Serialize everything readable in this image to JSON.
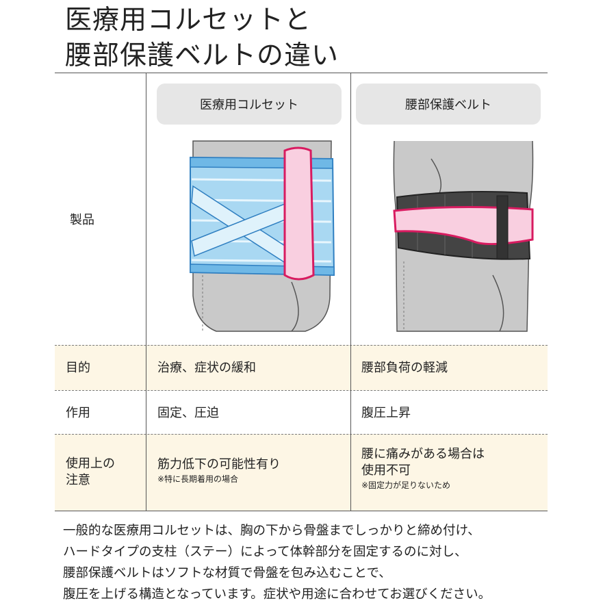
{
  "title": {
    "line1": "医療用コルセットと",
    "line2": "腰部保護ベルトの違い"
  },
  "columns": {
    "corset": "医療用コルセット",
    "belt": "腰部保護ベルト"
  },
  "rows": {
    "product": {
      "label": "製品"
    },
    "purpose": {
      "label": "目的",
      "corset": "治療、症状の緩和",
      "belt": "腰部負荷の軽減"
    },
    "action": {
      "label": "作用",
      "corset": "固定、圧迫",
      "belt": "腹圧上昇"
    },
    "caution": {
      "label_line1": "使用上の",
      "label_line2": "注意",
      "corset": "筋力低下の可能性有り",
      "corset_note": "※特に長期着用の場合",
      "belt_line1": "腰に痛みがある場合は",
      "belt_line2": "使用不可",
      "belt_note": "※固定力が足りないため"
    }
  },
  "footer": {
    "line1": "一般的な医療用コルセットは、胸の下から骨盤までしっかりと締め付け、",
    "line2": "ハードタイプの支柱（ステー）によって体幹部分を固定するのに対し、",
    "line3": "腰部保護ベルトはソフトな材質で骨盤を包み込むことで、",
    "line4": "腹圧を上げる構造となっています。症状や用途に合わせてお選びください。"
  },
  "colors": {
    "band": "#fdf6e5",
    "header_pill": "#e6e6e6",
    "corset_blue": "#a9d8f2",
    "strap_pink": "#f9cfe0",
    "strap_outline": "#d81b60",
    "belt_dark": "#444444",
    "body_gray": "#c9c9c9"
  },
  "icons": {
    "corset_illustration": "medical-corset-illustration",
    "belt_illustration": "lumbar-belt-illustration"
  }
}
